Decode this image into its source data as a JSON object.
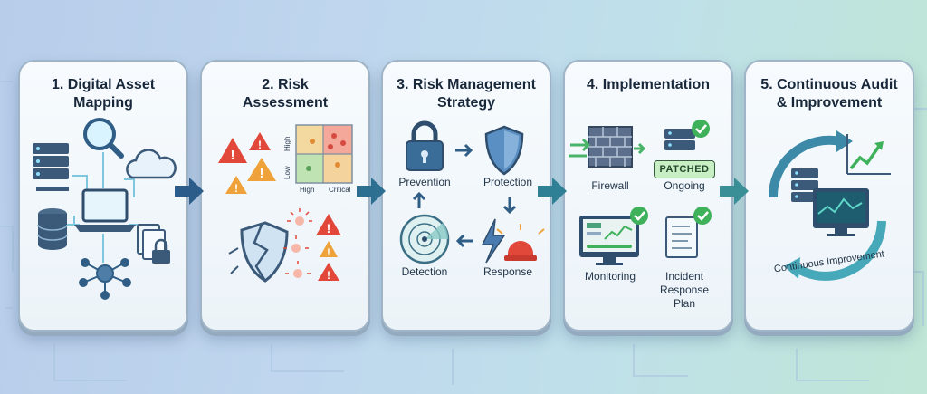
{
  "steps": [
    {
      "title": "1. Digital Asset\nMapping"
    },
    {
      "title": "2. Risk\nAssessment",
      "matrix": {
        "y_high": "High",
        "y_low": "Low",
        "x_high": "High",
        "x_critical": "Critical"
      }
    },
    {
      "title": "3. Risk Management\nStrategy",
      "labels": {
        "prevention": "Prevention",
        "protection": "Protection",
        "detection": "Detection",
        "response": "Response"
      }
    },
    {
      "title": "4. Implementation",
      "labels": {
        "firewall": "Firewall",
        "ongoing": "Ongoing",
        "patched": "PATCHED",
        "monitoring": "Monitoring",
        "incident": "Incident\nResponse\nPlan"
      }
    },
    {
      "title": "5. Continuous Audit\n& Improvement",
      "labels": {
        "cycle": "Continuous Improvement"
      }
    }
  ],
  "colors": {
    "panel": "#f3f8fc",
    "connector_arrow": "#2f7f95",
    "alert": "#e2483a",
    "warning": "#f0a23a",
    "check": "#3fb15a",
    "device": "#3b5a79"
  }
}
